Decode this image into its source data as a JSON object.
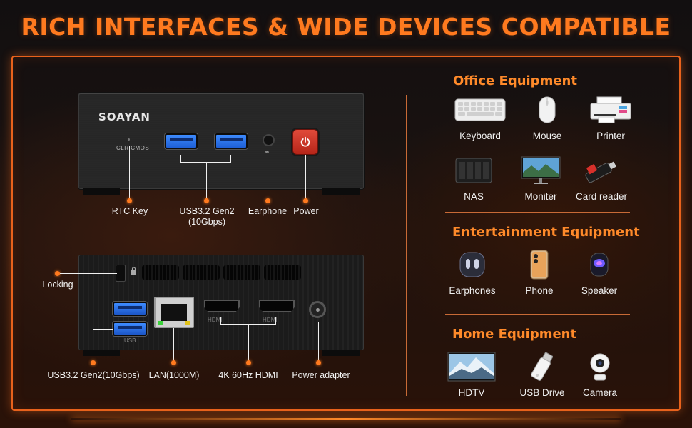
{
  "headline": "RICH INTERFACES & WIDE DEVICES COMPATIBLE",
  "brand": "SOAYAN",
  "front_panel": {
    "clr_cmos": "CLR CMOS",
    "labels": {
      "rtc_key": "RTC Key",
      "usb_line1": "USB3.2 Gen2",
      "usb_line2": "(10Gbps)",
      "earphone": "Earphone",
      "power": "Power"
    }
  },
  "rear_panel": {
    "usb_tag": "USB",
    "hdmi_tag": "HDMI",
    "labels": {
      "locking": "Locking",
      "usb": "USB3.2 Gen2(10Gbps)",
      "lan": "LAN(1000M)",
      "hdmi": "4K 60Hz HDMI",
      "power_adapter": "Power adapter"
    }
  },
  "categories": [
    {
      "title": "Office Equipment",
      "items": [
        {
          "label": "Keyboard",
          "icon": "keyboard-icon"
        },
        {
          "label": "Mouse",
          "icon": "mouse-icon"
        },
        {
          "label": "Printer",
          "icon": "printer-icon"
        },
        {
          "label": "NAS",
          "icon": "nas-icon"
        },
        {
          "label": "Moniter",
          "icon": "monitor-icon"
        },
        {
          "label": "Card reader",
          "icon": "card-reader-icon"
        }
      ]
    },
    {
      "title": "Entertainment Equipment",
      "items": [
        {
          "label": "Earphones",
          "icon": "earphones-icon"
        },
        {
          "label": "Phone",
          "icon": "phone-icon"
        },
        {
          "label": "Speaker",
          "icon": "speaker-icon"
        }
      ]
    },
    {
      "title": "Home Equipment",
      "items": [
        {
          "label": "HDTV",
          "icon": "hdtv-icon"
        },
        {
          "label": "USB Drive",
          "icon": "usb-drive-icon"
        },
        {
          "label": "Camera",
          "icon": "camera-icon"
        }
      ]
    }
  ],
  "colors": {
    "accent": "#ff7a1f",
    "usb_blue": "#3d8bff",
    "power_red": "#d43a2a"
  }
}
